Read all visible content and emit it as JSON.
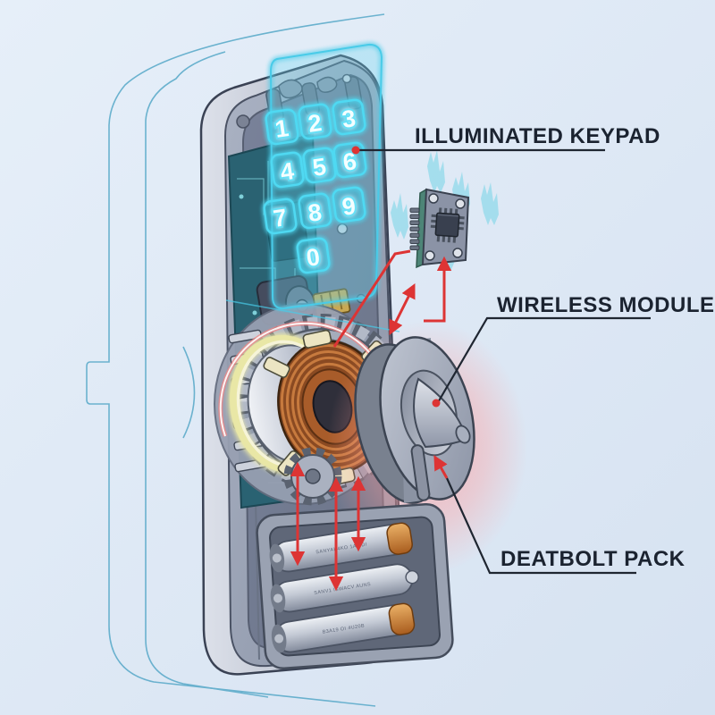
{
  "figure": {
    "type": "technical-illustration",
    "subject": "smart deadbolt lock cutaway (interior side)",
    "callouts": {
      "keypad": {
        "label": "ILLUMINATED KEYPAD"
      },
      "wireless": {
        "label": "WIRELESS MODULE"
      },
      "deadbolt": {
        "label": "DEATBOLT PACK"
      }
    },
    "keypad": {
      "keys": [
        "1",
        "2",
        "3",
        "4",
        "5",
        "6",
        "7",
        "8",
        "9",
        "0"
      ]
    },
    "batteries": {
      "labels": [
        "SANYAI-4KO 1AV DI",
        "SANV1 ISWACV AUNS",
        "B3A19 OI 4U20B"
      ]
    },
    "colors": {
      "background": "#dfe9f6",
      "ghost_outline": "#56a8c8",
      "accent_cyan": "#49cbe8",
      "annotation_red": "#dd3434",
      "leader_black": "#1f2631",
      "glow_yellow": "#e9e7a6",
      "copper": "#b9682f",
      "knob_glow": "#ff8a8a",
      "body_gray": "#9aa3b5",
      "pcb_teal": "#2a6272"
    }
  }
}
